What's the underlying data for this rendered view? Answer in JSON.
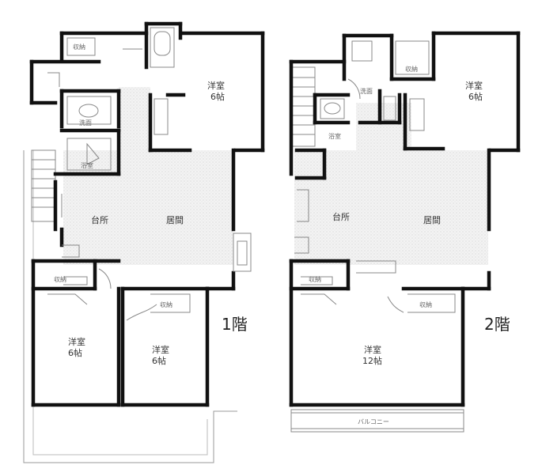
{
  "floors": [
    {
      "label": "1階",
      "rooms": {
        "western_top": [
          "洋室",
          "6帖"
        ],
        "kitchen": "台所",
        "living": "居間",
        "western_left": [
          "洋室",
          "6帖"
        ],
        "western_right": [
          "洋室",
          "6帖"
        ]
      },
      "fixtures": {
        "storage_top": "収納",
        "wash": "洗面",
        "bath": "浴室",
        "closet_a": "収納",
        "closet_b": "収納"
      }
    },
    {
      "label": "2階",
      "rooms": {
        "western_top": [
          "洋室",
          "6帖"
        ],
        "kitchen": "台所",
        "living": "居間",
        "western_large": [
          "洋室",
          "12帖"
        ]
      },
      "fixtures": {
        "storage_top": "収納",
        "wash": "洗面",
        "bath": "浴室",
        "closet_a": "収納",
        "closet_b": "収納",
        "balcony": "バルコニー"
      }
    }
  ],
  "colors": {
    "wall": "#111111",
    "line": "#888888",
    "fill": "#e6e6e6"
  }
}
